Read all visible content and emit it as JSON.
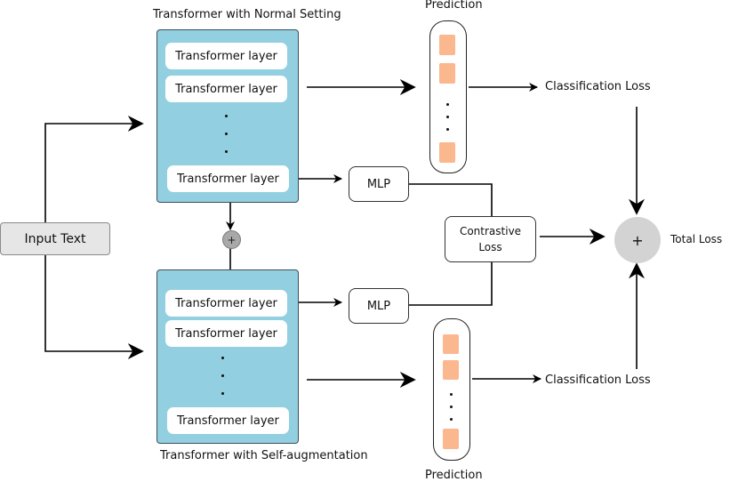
{
  "top": {
    "title": "Transformer with Normal Setting",
    "layers": [
      "Transformer layer",
      "Transformer layer",
      "Transformer layer"
    ]
  },
  "bottom": {
    "title": "Transformer with Self-augmentation",
    "layers": [
      "Transformer layer",
      "Transformer layer",
      "Transformer layer"
    ]
  },
  "input": {
    "label": "Input Text"
  },
  "mlp": {
    "top_label": "MLP",
    "bottom_label": "MLP"
  },
  "contrastive": {
    "line1": "Contrastive",
    "line2": "Loss"
  },
  "prediction": {
    "top_label": "Prediction",
    "bottom_label": "Prediction"
  },
  "losses": {
    "top_cls": "Classification Loss",
    "bottom_cls": "Classification Loss",
    "total": "Total Loss"
  },
  "symbols": {
    "add_small": "+",
    "add_total": "+"
  },
  "colors": {
    "panel": "#92cfe0",
    "cell": "#fbb78e",
    "input_fill": "#e6e6e6",
    "total_circle": "#d3d3d3"
  }
}
